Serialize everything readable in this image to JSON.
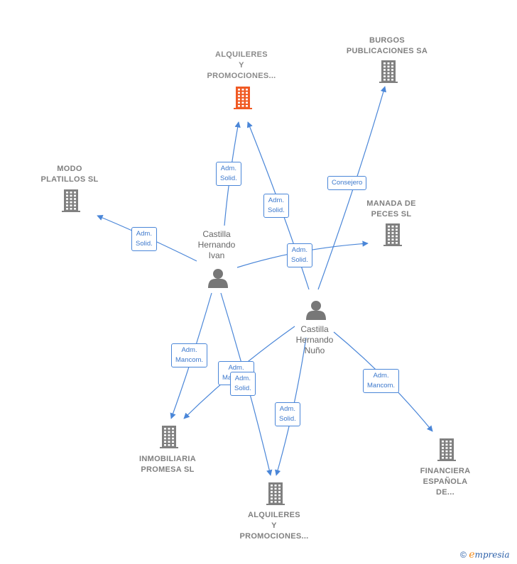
{
  "nodes": {
    "alq_top": {
      "lines": [
        "ALQUILERES",
        "Y",
        "PROMOCIONES..."
      ],
      "color": "#f05a24"
    },
    "burgos": {
      "lines": [
        "BURGOS",
        "PUBLICACIONES SA"
      ],
      "color": "#808080"
    },
    "modo": {
      "lines": [
        "MODO",
        "PLATILLOS SL"
      ],
      "color": "#808080"
    },
    "manada": {
      "lines": [
        "MANADA DE",
        "PECES  SL"
      ],
      "color": "#808080"
    },
    "inmob": {
      "lines": [
        "INMOBILIARIA",
        "PROMESA  SL"
      ],
      "color": "#808080"
    },
    "alq_bot": {
      "lines": [
        "ALQUILERES",
        "Y",
        "PROMOCIONES..."
      ],
      "color": "#808080"
    },
    "financiera": {
      "lines": [
        "FINANCIERA",
        "ESPAÑOLA",
        "DE..."
      ],
      "color": "#808080"
    },
    "ivan": {
      "lines": [
        "Castilla",
        "Hernando",
        "Ivan"
      ],
      "color": "#777777"
    },
    "nuno": {
      "lines": [
        "Castilla",
        "Hernando",
        "Nuño"
      ],
      "color": "#777777"
    }
  },
  "edges": {
    "ivan_alqtop": [
      "Adm.",
      "Solid."
    ],
    "nuno_alqtop": [
      "Adm.",
      "Solid."
    ],
    "nuno_burgos": [
      "Consejero"
    ],
    "ivan_modo": [
      "Adm.",
      "Solid."
    ],
    "ivan_manada": [
      "Adm.",
      "Solid."
    ],
    "ivan_inmob": [
      "Adm.",
      "Mancom."
    ],
    "nuno_inmob": [
      "Adm.",
      "Mancom."
    ],
    "ivan_alqbot": [
      "Adm.",
      "Solid."
    ],
    "nuno_alqbot": [
      "Adm.",
      "Solid."
    ],
    "nuno_fin": [
      "Adm.",
      "Mancom."
    ]
  },
  "colors": {
    "edge": "#4a86d8",
    "building": "#808080",
    "building_main": "#f05a24",
    "person": "#777777"
  },
  "footer": {
    "copyright": "©",
    "brand_initial": "e",
    "brand_rest": "mpresia"
  }
}
